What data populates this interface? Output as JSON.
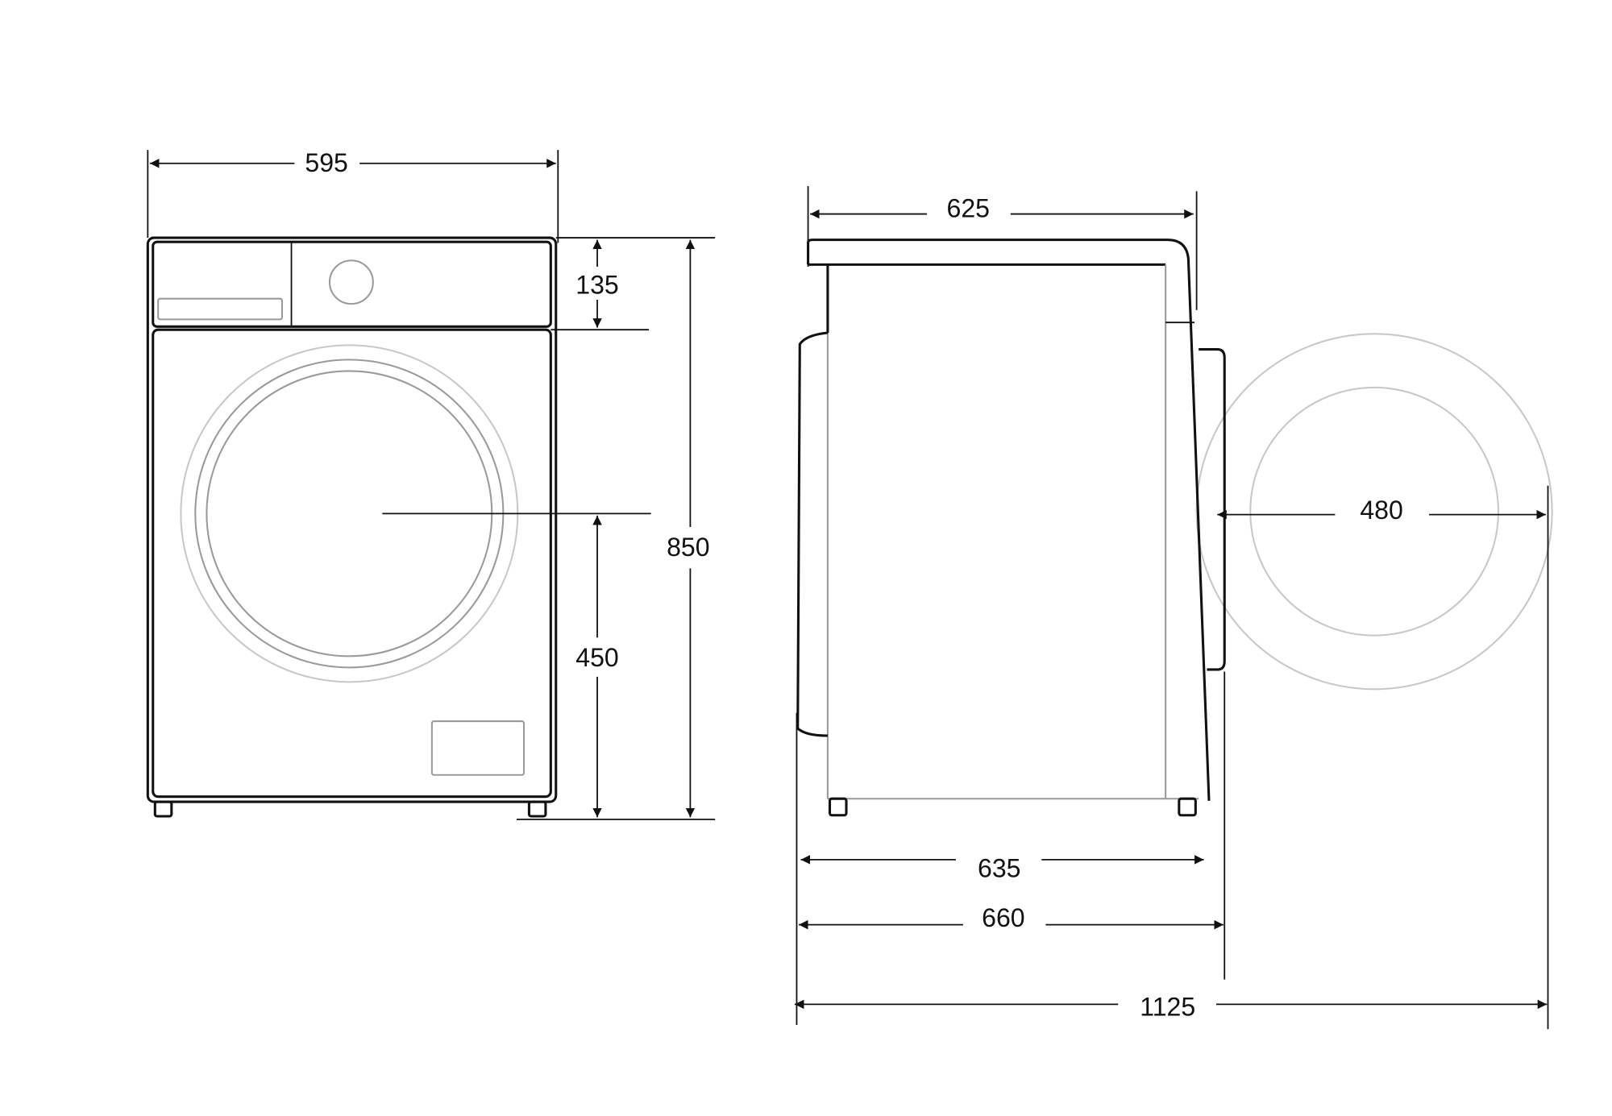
{
  "front_view": {
    "width_label": "595",
    "control_panel_height_label": "135",
    "height_label": "850",
    "door_center_height_label": "450"
  },
  "side_view": {
    "top_depth_label": "625",
    "body_depth_label": "635",
    "total_depth_label": "660",
    "door_open_depth_label": "1125",
    "door_diameter_label": "480"
  },
  "colors": {
    "line": "#111111",
    "detail": "#9a9a9a",
    "open_door": "#c8c8c8"
  }
}
